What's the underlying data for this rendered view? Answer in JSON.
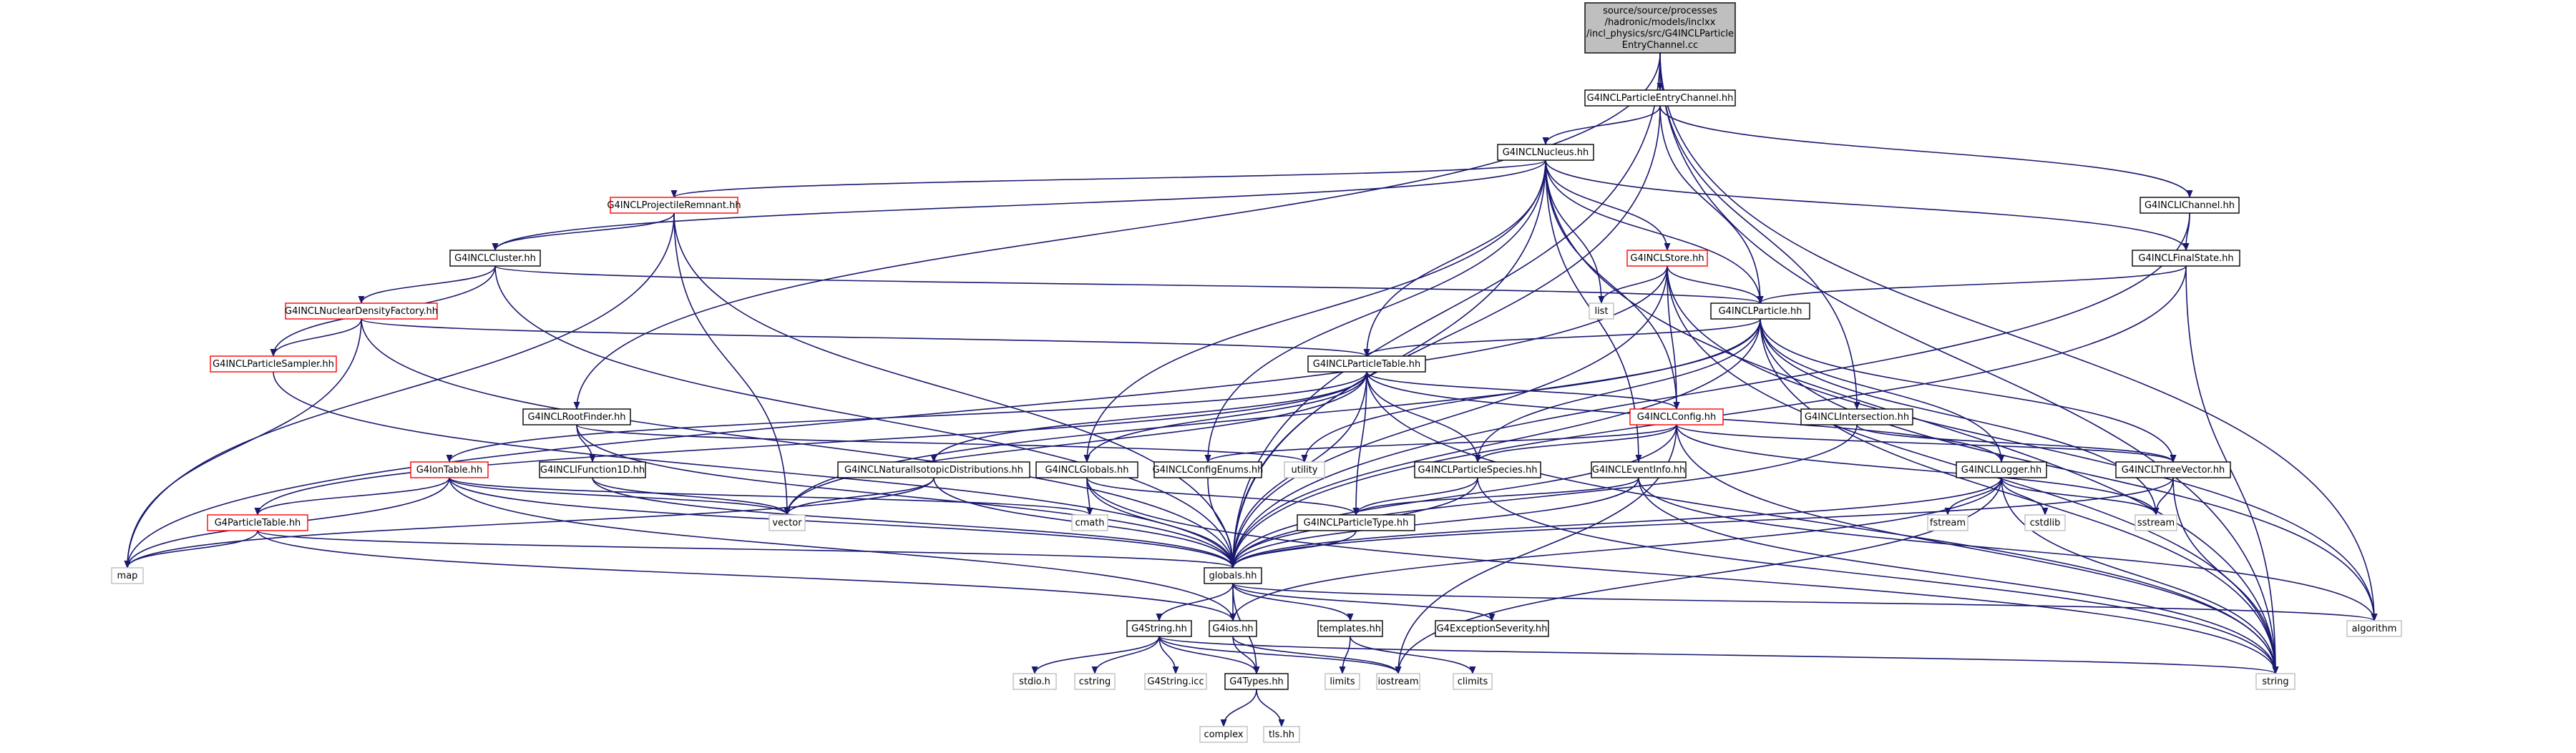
{
  "style": {
    "edge_color": "#191970",
    "border_black": "#000000",
    "border_red": "#ff0000",
    "border_gray": "#bfbfbf",
    "root_fill": "#bfbfbf",
    "node_fill": "#ffffff"
  },
  "nodes": [
    {
      "id": "root",
      "lines": [
        "source/source/processes",
        "/hadronic/models/inclxx",
        "/incl_physics/src/G4INCLParticle",
        "EntryChannel.cc"
      ],
      "kind": "root"
    },
    {
      "id": "entrychannel",
      "lines": [
        "G4INCLParticleEntryChannel.hh"
      ],
      "kind": "normal"
    },
    {
      "id": "nucleus",
      "lines": [
        "G4INCLNucleus.hh"
      ],
      "kind": "normal"
    },
    {
      "id": "projremnant",
      "lines": [
        "G4INCLProjectileRemnant.hh"
      ],
      "kind": "red"
    },
    {
      "id": "cluster",
      "lines": [
        "G4INCLCluster.hh"
      ],
      "kind": "normal"
    },
    {
      "id": "store",
      "lines": [
        "G4INCLStore.hh"
      ],
      "kind": "red"
    },
    {
      "id": "channel",
      "lines": [
        "G4INCLIChannel.hh"
      ],
      "kind": "normal"
    },
    {
      "id": "finalstate",
      "lines": [
        "G4INCLFinalState.hh"
      ],
      "kind": "normal"
    },
    {
      "id": "ndfactory",
      "lines": [
        "G4INCLNuclearDensityFactory.hh"
      ],
      "kind": "red"
    },
    {
      "id": "psampler",
      "lines": [
        "G4INCLParticleSampler.hh"
      ],
      "kind": "red"
    },
    {
      "id": "particle",
      "lines": [
        "G4INCLParticle.hh"
      ],
      "kind": "normal"
    },
    {
      "id": "list",
      "lines": [
        "list"
      ],
      "kind": "gray"
    },
    {
      "id": "ptable",
      "lines": [
        "G4INCLParticleTable.hh"
      ],
      "kind": "normal"
    },
    {
      "id": "rootfinder",
      "lines": [
        "G4INCLRootFinder.hh"
      ],
      "kind": "normal"
    },
    {
      "id": "config",
      "lines": [
        "G4INCLConfig.hh"
      ],
      "kind": "red"
    },
    {
      "id": "intersection",
      "lines": [
        "G4INCLIntersection.hh"
      ],
      "kind": "normal"
    },
    {
      "id": "iontable",
      "lines": [
        "G4IonTable.hh"
      ],
      "kind": "red"
    },
    {
      "id": "function1d",
      "lines": [
        "G4INCLIFunction1D.hh"
      ],
      "kind": "normal"
    },
    {
      "id": "natiso",
      "lines": [
        "G4INCLNaturalIsotopicDistributions.hh"
      ],
      "kind": "normal"
    },
    {
      "id": "globalsincl",
      "lines": [
        "G4INCLGlobals.hh"
      ],
      "kind": "normal"
    },
    {
      "id": "configenums",
      "lines": [
        "G4INCLConfigEnums.hh"
      ],
      "kind": "normal"
    },
    {
      "id": "utility",
      "lines": [
        "utility"
      ],
      "kind": "gray"
    },
    {
      "id": "pspecies",
      "lines": [
        "G4INCLParticleSpecies.hh"
      ],
      "kind": "normal"
    },
    {
      "id": "eventinfo",
      "lines": [
        "G4INCLEventInfo.hh"
      ],
      "kind": "normal"
    },
    {
      "id": "logger",
      "lines": [
        "G4INCLLogger.hh"
      ],
      "kind": "normal"
    },
    {
      "id": "threevector",
      "lines": [
        "G4INCLThreeVector.hh"
      ],
      "kind": "normal"
    },
    {
      "id": "g4ptable",
      "lines": [
        "G4ParticleTable.hh"
      ],
      "kind": "red"
    },
    {
      "id": "vector",
      "lines": [
        "vector"
      ],
      "kind": "gray"
    },
    {
      "id": "cmath",
      "lines": [
        "cmath"
      ],
      "kind": "gray"
    },
    {
      "id": "ptype",
      "lines": [
        "G4INCLParticleType.hh"
      ],
      "kind": "normal"
    },
    {
      "id": "fstream",
      "lines": [
        "fstream"
      ],
      "kind": "gray"
    },
    {
      "id": "cstdlib",
      "lines": [
        "cstdlib"
      ],
      "kind": "gray"
    },
    {
      "id": "sstream",
      "lines": [
        "sstream"
      ],
      "kind": "gray"
    },
    {
      "id": "map",
      "lines": [
        "map"
      ],
      "kind": "gray"
    },
    {
      "id": "globals",
      "lines": [
        "globals.hh"
      ],
      "kind": "normal"
    },
    {
      "id": "g4string",
      "lines": [
        "G4String.hh"
      ],
      "kind": "normal"
    },
    {
      "id": "g4ios",
      "lines": [
        "G4ios.hh"
      ],
      "kind": "normal"
    },
    {
      "id": "templates",
      "lines": [
        "templates.hh"
      ],
      "kind": "normal"
    },
    {
      "id": "exception",
      "lines": [
        "G4ExceptionSeverity.hh"
      ],
      "kind": "normal"
    },
    {
      "id": "algorithm",
      "lines": [
        "algorithm"
      ],
      "kind": "gray"
    },
    {
      "id": "stdio",
      "lines": [
        "stdio.h"
      ],
      "kind": "gray"
    },
    {
      "id": "cstring",
      "lines": [
        "cstring"
      ],
      "kind": "gray"
    },
    {
      "id": "g4stringicc",
      "lines": [
        "G4String.icc"
      ],
      "kind": "gray"
    },
    {
      "id": "g4types",
      "lines": [
        "G4Types.hh"
      ],
      "kind": "normal"
    },
    {
      "id": "limits",
      "lines": [
        "limits"
      ],
      "kind": "gray"
    },
    {
      "id": "iostream",
      "lines": [
        "iostream"
      ],
      "kind": "gray"
    },
    {
      "id": "climits",
      "lines": [
        "climits"
      ],
      "kind": "gray"
    },
    {
      "id": "string",
      "lines": [
        "string"
      ],
      "kind": "gray"
    },
    {
      "id": "complex",
      "lines": [
        "complex"
      ],
      "kind": "gray"
    },
    {
      "id": "tlshh",
      "lines": [
        "tls.hh"
      ],
      "kind": "gray"
    }
  ],
  "edges": [
    [
      "root",
      "entrychannel"
    ],
    [
      "root",
      "rootfinder"
    ],
    [
      "root",
      "intersection"
    ],
    [
      "root",
      "globals"
    ],
    [
      "root",
      "algorithm"
    ],
    [
      "root",
      "string"
    ],
    [
      "entrychannel",
      "nucleus"
    ],
    [
      "entrychannel",
      "particle"
    ],
    [
      "entrychannel",
      "channel"
    ],
    [
      "entrychannel",
      "globals"
    ],
    [
      "nucleus",
      "projremnant"
    ],
    [
      "nucleus",
      "cluster"
    ],
    [
      "nucleus",
      "store"
    ],
    [
      "nucleus",
      "particle"
    ],
    [
      "nucleus",
      "list"
    ],
    [
      "nucleus",
      "ptable"
    ],
    [
      "nucleus",
      "config"
    ],
    [
      "nucleus",
      "finalstate"
    ],
    [
      "nucleus",
      "globalsincl"
    ],
    [
      "nucleus",
      "configenums"
    ],
    [
      "nucleus",
      "eventinfo"
    ],
    [
      "nucleus",
      "globals"
    ],
    [
      "nucleus",
      "string"
    ],
    [
      "projremnant",
      "cluster"
    ],
    [
      "projremnant",
      "vector"
    ],
    [
      "projremnant",
      "map"
    ],
    [
      "projremnant",
      "globals"
    ],
    [
      "cluster",
      "particle"
    ],
    [
      "cluster",
      "ndfactory"
    ],
    [
      "cluster",
      "psampler"
    ],
    [
      "cluster",
      "globals"
    ],
    [
      "store",
      "particle"
    ],
    [
      "store",
      "list"
    ],
    [
      "store",
      "config"
    ],
    [
      "store",
      "map"
    ],
    [
      "store",
      "algorithm"
    ],
    [
      "store",
      "string"
    ],
    [
      "store",
      "globals"
    ],
    [
      "channel",
      "finalstate"
    ],
    [
      "channel",
      "globals"
    ],
    [
      "finalstate",
      "particle"
    ],
    [
      "finalstate",
      "globals"
    ],
    [
      "finalstate",
      "string"
    ],
    [
      "ndfactory",
      "psampler"
    ],
    [
      "ndfactory",
      "ptable"
    ],
    [
      "ndfactory",
      "map"
    ],
    [
      "ndfactory",
      "globals"
    ],
    [
      "psampler",
      "globals"
    ],
    [
      "particle",
      "ptable"
    ],
    [
      "particle",
      "pspecies"
    ],
    [
      "particle",
      "logger"
    ],
    [
      "particle",
      "threevector"
    ],
    [
      "particle",
      "vector"
    ],
    [
      "particle",
      "sstream"
    ],
    [
      "particle",
      "algorithm"
    ],
    [
      "particle",
      "string"
    ],
    [
      "particle",
      "globals"
    ],
    [
      "particle",
      "utility"
    ],
    [
      "ptable",
      "config"
    ],
    [
      "ptable",
      "iontable"
    ],
    [
      "ptable",
      "g4ptable"
    ],
    [
      "ptable",
      "natiso"
    ],
    [
      "ptable",
      "globalsincl"
    ],
    [
      "ptable",
      "pspecies"
    ],
    [
      "ptable",
      "ptype"
    ],
    [
      "ptable",
      "logger"
    ],
    [
      "ptable",
      "vector"
    ],
    [
      "ptable",
      "string"
    ],
    [
      "ptable",
      "globals"
    ],
    [
      "rootfinder",
      "function1d"
    ],
    [
      "rootfinder",
      "utility"
    ],
    [
      "rootfinder",
      "globals"
    ],
    [
      "config",
      "configenums"
    ],
    [
      "config",
      "pspecies"
    ],
    [
      "config",
      "threevector"
    ],
    [
      "config",
      "iostream"
    ],
    [
      "config",
      "sstream"
    ],
    [
      "config",
      "string"
    ],
    [
      "config",
      "globals"
    ],
    [
      "intersection",
      "threevector"
    ],
    [
      "intersection",
      "globals"
    ],
    [
      "iontable",
      "g4ptable"
    ],
    [
      "iontable",
      "vector"
    ],
    [
      "iontable",
      "map"
    ],
    [
      "iontable",
      "cmath"
    ],
    [
      "iontable",
      "g4ios"
    ],
    [
      "iontable",
      "globals"
    ],
    [
      "function1d",
      "vector"
    ],
    [
      "function1d",
      "globals"
    ],
    [
      "natiso",
      "vector"
    ],
    [
      "natiso",
      "map"
    ],
    [
      "natiso",
      "globals"
    ],
    [
      "globalsincl",
      "cmath"
    ],
    [
      "globalsincl",
      "ptype"
    ],
    [
      "globalsincl",
      "string"
    ],
    [
      "globalsincl",
      "globals"
    ],
    [
      "configenums",
      "globals"
    ],
    [
      "pspecies",
      "ptype"
    ],
    [
      "pspecies",
      "string"
    ],
    [
      "pspecies",
      "globals"
    ],
    [
      "eventinfo",
      "ptype"
    ],
    [
      "eventinfo",
      "algorithm"
    ],
    [
      "eventinfo",
      "string"
    ],
    [
      "eventinfo",
      "globals"
    ],
    [
      "logger",
      "fstream"
    ],
    [
      "logger",
      "cstdlib"
    ],
    [
      "logger",
      "sstream"
    ],
    [
      "logger",
      "iostream"
    ],
    [
      "logger",
      "string"
    ],
    [
      "logger",
      "g4ios"
    ],
    [
      "logger",
      "globals"
    ],
    [
      "threevector",
      "sstream"
    ],
    [
      "threevector",
      "string"
    ],
    [
      "threevector",
      "globals"
    ],
    [
      "g4ptable",
      "map"
    ],
    [
      "g4ptable",
      "g4ios"
    ],
    [
      "g4ptable",
      "globals"
    ],
    [
      "ptype",
      "globals"
    ],
    [
      "globals",
      "g4string"
    ],
    [
      "globals",
      "g4ios"
    ],
    [
      "globals",
      "templates"
    ],
    [
      "globals",
      "exception"
    ],
    [
      "globals",
      "g4types"
    ],
    [
      "globals",
      "algorithm"
    ],
    [
      "g4string",
      "stdio"
    ],
    [
      "g4string",
      "cstring"
    ],
    [
      "g4string",
      "g4stringicc"
    ],
    [
      "g4string",
      "g4types"
    ],
    [
      "g4string",
      "iostream"
    ],
    [
      "g4string",
      "string"
    ],
    [
      "g4ios",
      "g4types"
    ],
    [
      "g4ios",
      "iostream"
    ],
    [
      "templates",
      "limits"
    ],
    [
      "templates",
      "climits"
    ],
    [
      "g4types",
      "complex"
    ],
    [
      "g4types",
      "tlshh"
    ]
  ]
}
